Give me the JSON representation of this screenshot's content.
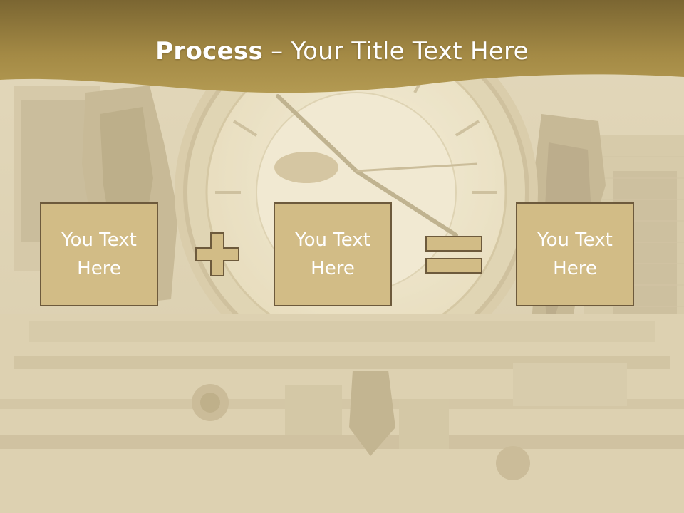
{
  "slide": {
    "title_bold": "Process",
    "title_rest": " – Your Title Text Here",
    "boxes": [
      {
        "label": "You Text Here"
      },
      {
        "label": "You Text Here"
      },
      {
        "label": "You Text Here"
      }
    ],
    "operators": [
      "plus-icon",
      "equals-icon"
    ]
  },
  "colors": {
    "banner": "#9c8240",
    "box_fill": "#d2bc86",
    "box_border": "#6d5a3c",
    "background_tint": "#e2d6b8",
    "text": "#ffffff"
  }
}
